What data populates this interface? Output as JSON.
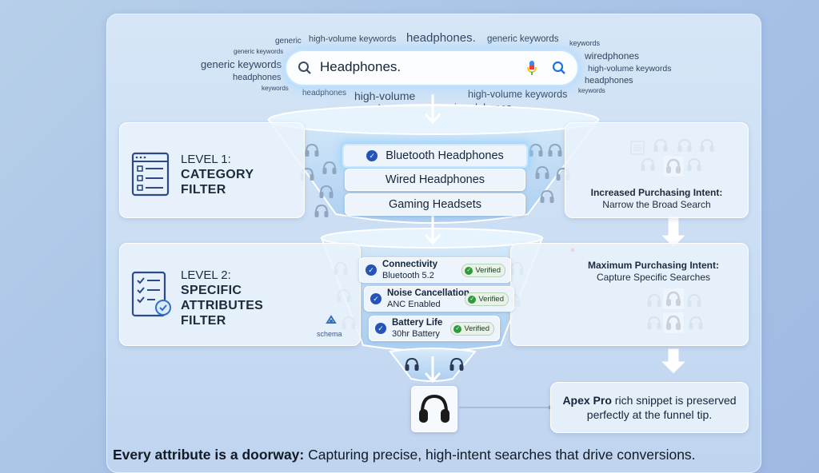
{
  "colors": {
    "accent": "#2553b8",
    "verified": "#2d9a3c",
    "panel": "#ebf3fc"
  },
  "search": {
    "query": "Headphones.",
    "icons": [
      "search-icon",
      "mic-icon",
      "search-button-icon"
    ]
  },
  "keywords": {
    "k1": "generic",
    "k2": "high-volume keywords",
    "k3": "headphones.",
    "k4": "generic keywords",
    "k5": "keywords",
    "k6": "generic keywords",
    "k7": "generic keywords",
    "k8": "headphones",
    "k9": "keywords",
    "k10": "wiredphones",
    "k11": "high-volume keywords",
    "k12": "headphones",
    "k13": "keywords",
    "k14": "headphones",
    "k15": "high-volume",
    "k16": "keywords",
    "k17": "high-volume keywords",
    "k18": "headphones."
  },
  "level1": {
    "line1": "LEVEL 1:",
    "line2": "CATEGORY",
    "line3": "FILTER"
  },
  "level2": {
    "line1": "LEVEL 2:",
    "line2": "SPECIFIC",
    "line3": "ATTRIBUTES",
    "line4": "FILTER",
    "schema": "schema"
  },
  "categories": [
    "Bluetooth Headphones",
    "Wired Headphones",
    "Gaming Headsets"
  ],
  "attributes": [
    {
      "title": "Connectivity",
      "value": "Bluetooth 5.2",
      "badge": "Verified"
    },
    {
      "title": "Noise Cancellation",
      "value": "ANC Enabled",
      "badge": "Verified"
    },
    {
      "title": "Battery Life",
      "value": "30hr Battery",
      "badge": "Verified"
    }
  ],
  "right1": {
    "line1": "Increased Purchasing Intent:",
    "line2": "Narrow the Broad Search"
  },
  "right2": {
    "line1": "Maximum Purchasing Intent:",
    "line2": "Capture Specific Searches"
  },
  "snippet": {
    "brand": "Apex Pro",
    "text1": " rich snippet is preserved",
    "text2": "perfectly at the funnel tip."
  },
  "footer": {
    "bold": "Every attribute is a doorway:",
    "rest": " Capturing precise, high-intent searches that drive conversions."
  }
}
